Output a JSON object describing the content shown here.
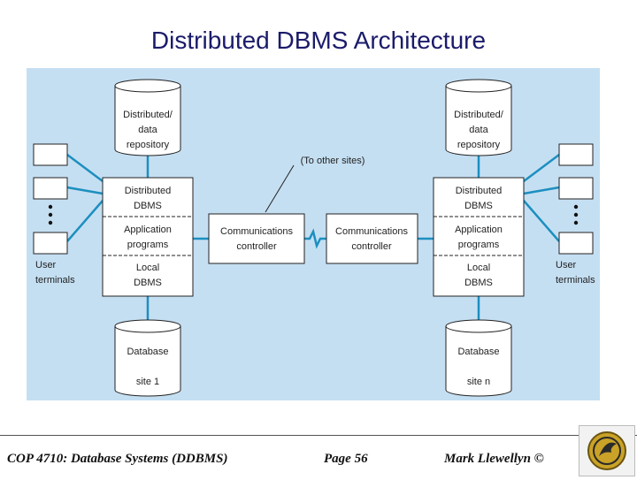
{
  "slide": {
    "title": "Distributed DBMS Architecture"
  },
  "diagram": {
    "left_site": {
      "repository": [
        "Distributed/",
        "data",
        "repository"
      ],
      "dbms_stack": {
        "distributed": [
          "Distributed",
          "DBMS"
        ],
        "application": [
          "Application",
          "programs"
        ],
        "local": [
          "Local",
          "DBMS"
        ]
      },
      "comm": [
        "Communications",
        "controller"
      ],
      "user_terminals": [
        "User",
        "terminals"
      ],
      "database": [
        "Database",
        "site 1"
      ]
    },
    "right_site": {
      "repository": [
        "Distributed/",
        "data",
        "repository"
      ],
      "dbms_stack": {
        "distributed": [
          "Distributed",
          "DBMS"
        ],
        "application": [
          "Application",
          "programs"
        ],
        "local": [
          "Local",
          "DBMS"
        ]
      },
      "comm": [
        "Communications",
        "controller"
      ],
      "user_terminals": [
        "User",
        "terminals"
      ],
      "database": [
        "Database",
        "site n"
      ]
    },
    "network_label": "(To other sites)",
    "line_color": "#1c8fc0",
    "panel_color": "#c5dff2"
  },
  "footer": {
    "course": "COP 4710: Database Systems  (DDBMS)",
    "page": "Page 56",
    "author": "Mark Llewellyn ©"
  }
}
